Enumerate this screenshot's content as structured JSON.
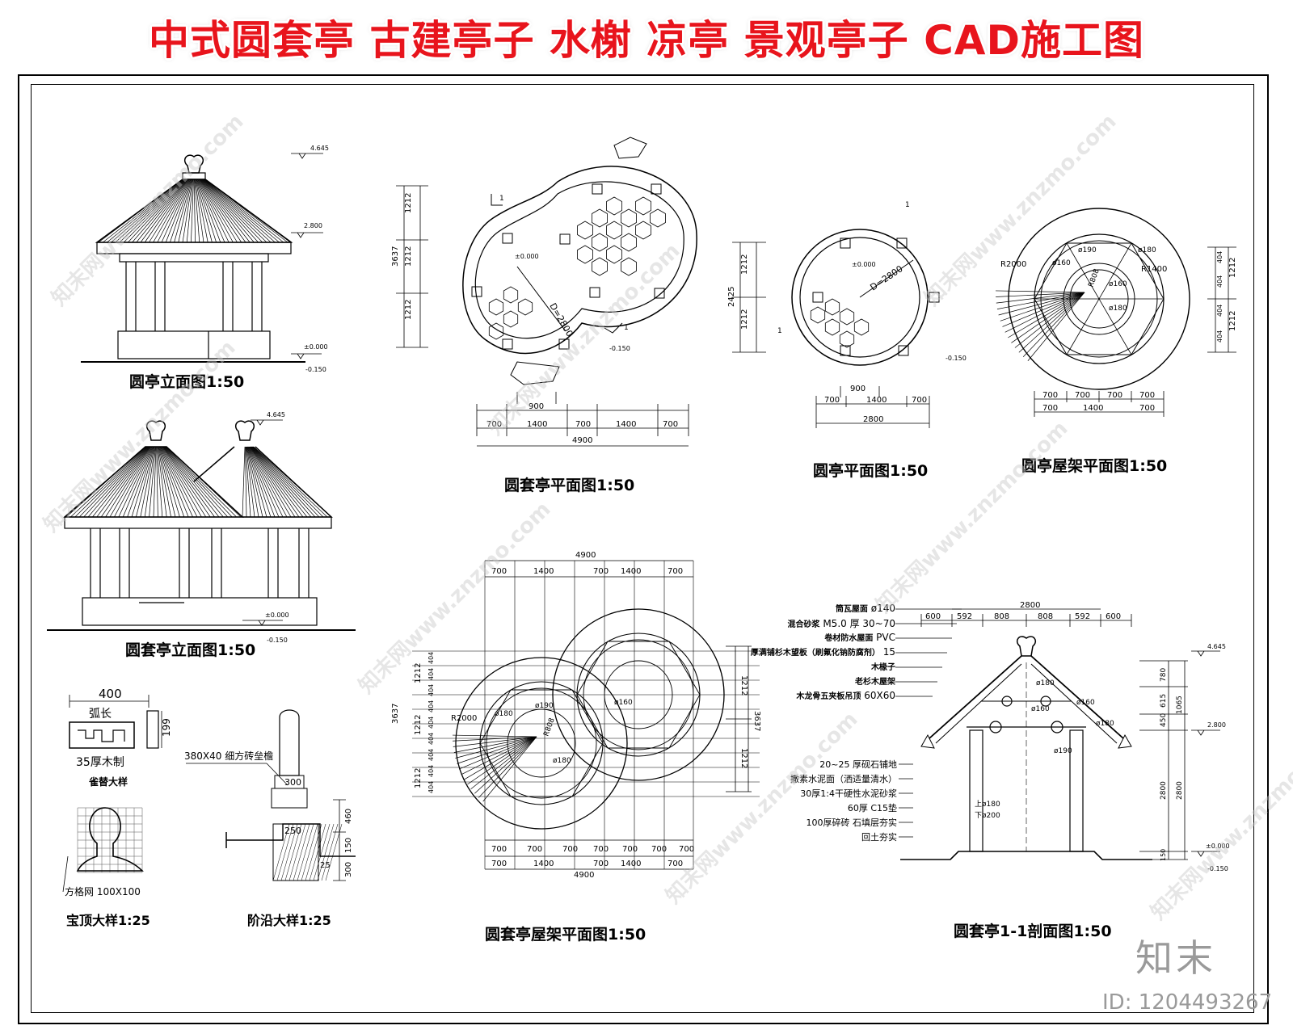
{
  "title": "中式圆套亭 古建亭子 水榭 凉亭 景观亭子 CAD施工图",
  "captions": {
    "round_elev": "圆亭立面图1:50",
    "double_elev": "圆套亭立面图1:50",
    "double_plan": "圆套亭平面图1:50",
    "round_plan": "圆亭平面图1:50",
    "round_roof": "圆亭屋架平面图1:50",
    "double_roof": "圆套亭屋架平面图1:50",
    "section": "圆套亭1-1剖面图1:50",
    "top_detail": "宝顶大样1:25",
    "step_detail": "阶沿大样1:25",
    "bracket_detail": "雀替大样"
  },
  "levels": {
    "top": "4.645",
    "eave": "2.800",
    "zero": "±0.000",
    "ground": "-0.150"
  },
  "dims": {
    "d2800": "D=2800",
    "r2000": "R2000",
    "r1400": "R1400",
    "r808": "R808",
    "phi190": "ø190",
    "phi180": "ø180",
    "phi160": "ø160",
    "d4900": "4900",
    "d2800b": "2800",
    "d900": "900",
    "d1400": "1400",
    "d700": "700",
    "d1212": "1212",
    "d3637": "3637",
    "d2425": "2425",
    "d404": "404",
    "d600": "600",
    "d592": "592",
    "d808": "808",
    "d780": "780",
    "d615": "615",
    "d450": "450",
    "d1065": "1065",
    "d150": "150",
    "d400": "400",
    "d199": "199",
    "d300": "300",
    "d250": "250",
    "d460": "460",
    "d25": "25",
    "up180": "上ø180",
    "down200": "下ø200",
    "sec1": "1"
  },
  "notes": {
    "arc": "弧长",
    "wood35": "35厚木制",
    "grid": "方格网 100X100",
    "tile": "380X40 细方砖垒檐"
  },
  "roof_layers": [
    {
      "label": "筒瓦屋面",
      "value": "ø140"
    },
    {
      "label": "混合砂浆",
      "value": "M5.0 厚 30~70"
    },
    {
      "label": "卷材防水屋面",
      "value": "PVC"
    },
    {
      "label": "厚满铺杉木望板（刷氟化钠防腐剂）",
      "value": "15"
    },
    {
      "label": "木椽子",
      "value": ""
    },
    {
      "label": "老杉木屋架",
      "value": ""
    },
    {
      "label": "木龙骨五夹板吊顶",
      "value": "60X60"
    }
  ],
  "floor_layers": [
    "20~25 厚砚石铺地",
    "撒素水泥面（洒适量清水）",
    "30厚1:4干硬性水泥砂浆",
    "60厚 C15垫",
    "100厚碎砖 石填层夯实",
    "回土夯实"
  ],
  "watermark": "知末网www.znzmo.com",
  "brand": "知末",
  "id_text": "ID: 1204493267"
}
